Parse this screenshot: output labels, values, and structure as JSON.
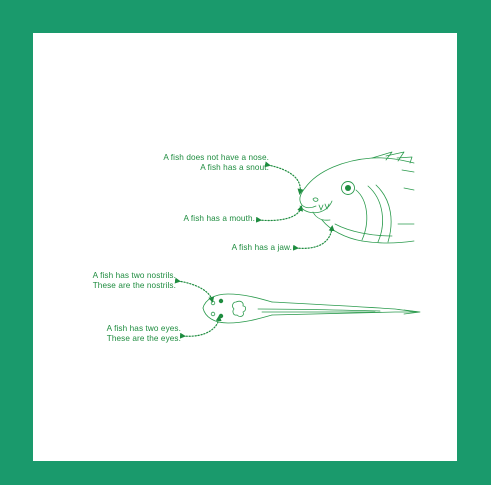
{
  "colors": {
    "frame": "#1a9a6c",
    "panel": "#ffffff",
    "ink": "#1e8c3f"
  },
  "labels": {
    "nose": "A fish does not have a nose.\nA fish has a snout.",
    "mouth": "A fish has a mouth.",
    "jaw": "A fish has a jaw.",
    "nostrils": "A fish has two nostrils.\nThese are the nostrils.",
    "eyes": "A fish has two eyes.\nThese are the eyes."
  }
}
